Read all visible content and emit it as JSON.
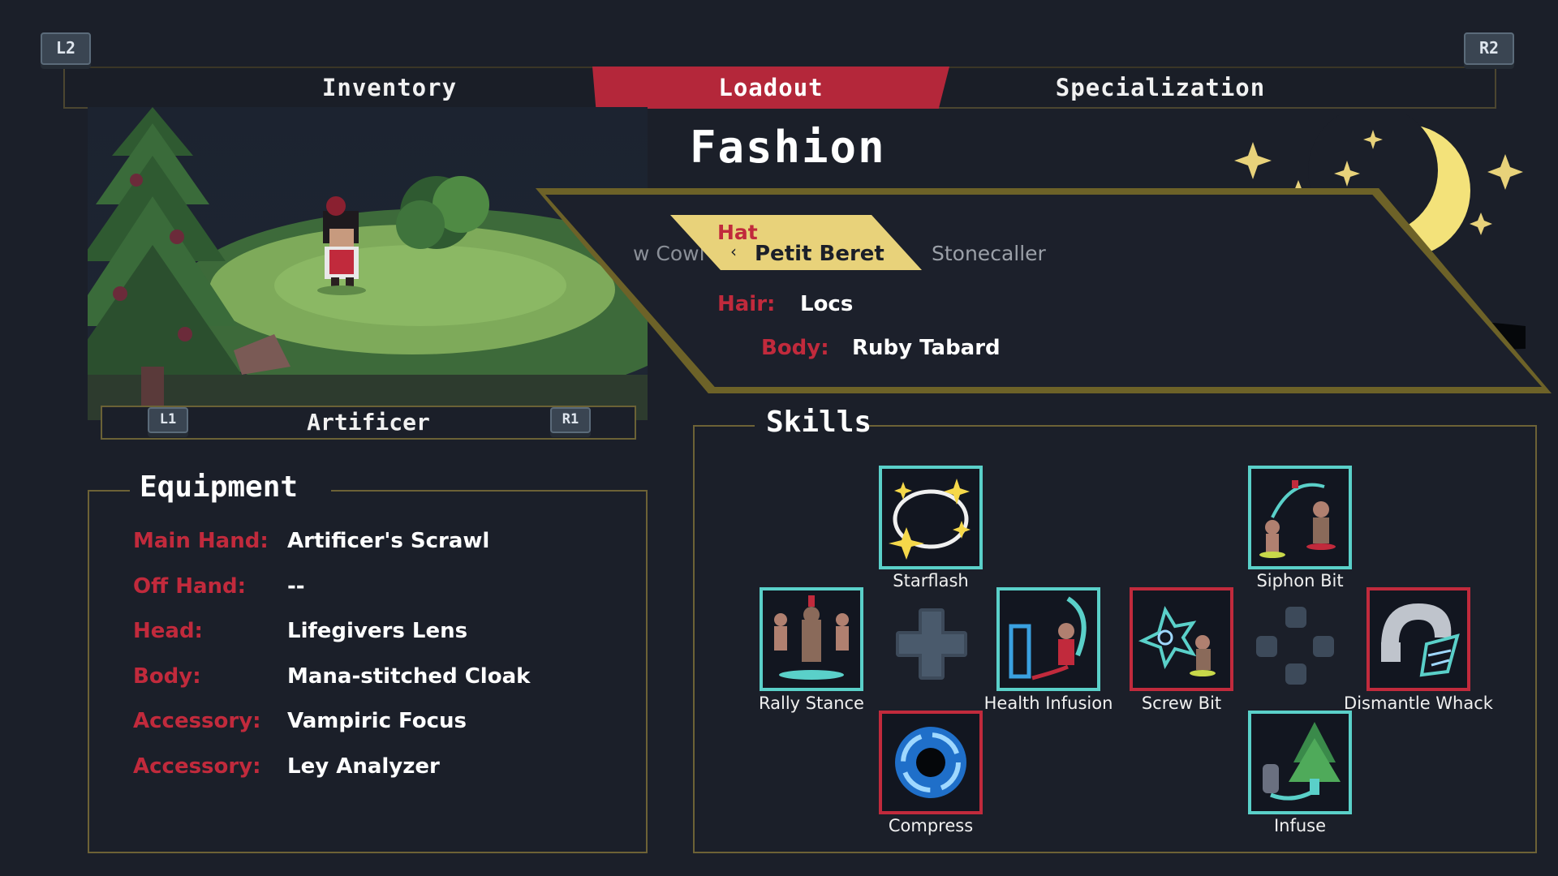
{
  "tabs": [
    {
      "label": "Inventory",
      "active": false
    },
    {
      "label": "Loadout",
      "active": true
    },
    {
      "label": "Specialization",
      "active": false
    }
  ],
  "badges": {
    "l2": "L2",
    "r2": "R2",
    "l1": "L1",
    "r1": "R1"
  },
  "character": {
    "class_name": "Artificer"
  },
  "fashion": {
    "title": "Fashion",
    "hat": {
      "label": "Hat",
      "selected": "Petit Beret",
      "prev": "w Cowl",
      "next": "Stonecaller",
      "prev_arrow": "‹",
      "next_arrow": "›"
    },
    "hair": {
      "label": "Hair:",
      "value": "Locs"
    },
    "body": {
      "label": "Body:",
      "value": "Ruby Tabard"
    }
  },
  "equipment": {
    "title": "Equipment",
    "rows": [
      {
        "label": "Main Hand:",
        "value": "Artificer's Scrawl"
      },
      {
        "label": "Off Hand:",
        "value": "--"
      },
      {
        "label": "Head:",
        "value": "Lifegivers Lens"
      },
      {
        "label": "Body:",
        "value": "Mana-stitched Cloak"
      },
      {
        "label": "Accessory:",
        "value": "Vampiric Focus"
      },
      {
        "label": "Accessory:",
        "value": "Ley Analyzer"
      }
    ]
  },
  "skills": {
    "title": "Skills",
    "items": [
      {
        "name": "Starflash",
        "icon": "starflash-icon",
        "border": "#5ad0c9"
      },
      {
        "name": "Rally Stance",
        "icon": "rally-stance-icon",
        "border": "#5ad0c9"
      },
      {
        "name": "Health Infusion",
        "icon": "health-infusion-icon",
        "border": "#5ad0c9"
      },
      {
        "name": "Compress",
        "icon": "compress-icon",
        "border": "#c12a3c"
      },
      {
        "name": "Siphon Bit",
        "icon": "siphon-bit-icon",
        "border": "#5ad0c9"
      },
      {
        "name": "Screw Bit",
        "icon": "screw-bit-icon",
        "border": "#c12a3c"
      },
      {
        "name": "Dismantle Whack",
        "icon": "dismantle-whack-icon",
        "border": "#c12a3c"
      },
      {
        "name": "Infuse",
        "icon": "infuse-icon",
        "border": "#5ad0c9"
      }
    ]
  },
  "colors": {
    "accent_red": "#c12a3c",
    "gold": "#e8d27a",
    "teal": "#5ad0c9",
    "background": "#1b1f29"
  }
}
